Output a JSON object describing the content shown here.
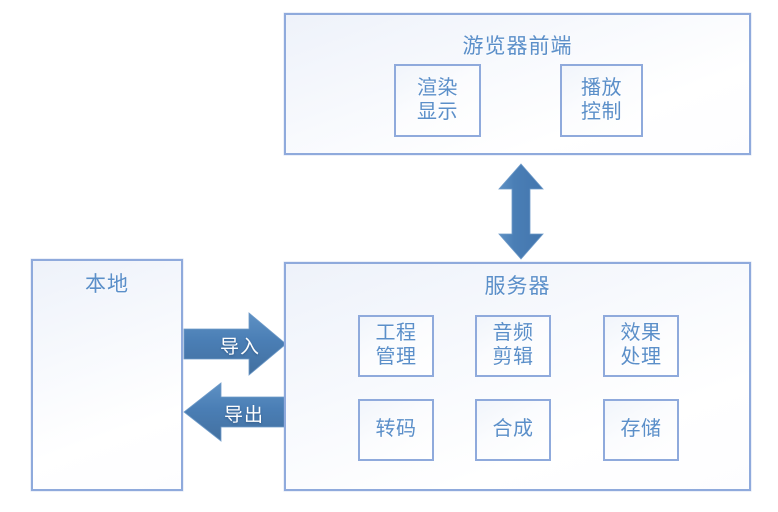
{
  "diagram": {
    "title_color": "#5B8FC9",
    "border_color": "#8FAADC",
    "arrow_color": "#4A7EB5",
    "frontend": {
      "title": "游览器前端",
      "modules": [
        {
          "line1": "渲染",
          "line2": "显示"
        },
        {
          "line1": "播放",
          "line2": "控制"
        }
      ]
    },
    "local": {
      "title": "本地"
    },
    "server": {
      "title": "服务器",
      "modules": [
        {
          "line1": "工程",
          "line2": "管理"
        },
        {
          "line1": "音频",
          "line2": "剪辑"
        },
        {
          "line1": "效果",
          "line2": "处理"
        },
        {
          "line1": "转码",
          "line2": ""
        },
        {
          "line1": "合成",
          "line2": ""
        },
        {
          "line1": "存储",
          "line2": ""
        }
      ]
    },
    "connectors": {
      "import_label": "导入",
      "export_label": "导出",
      "vertical_label": ""
    }
  }
}
